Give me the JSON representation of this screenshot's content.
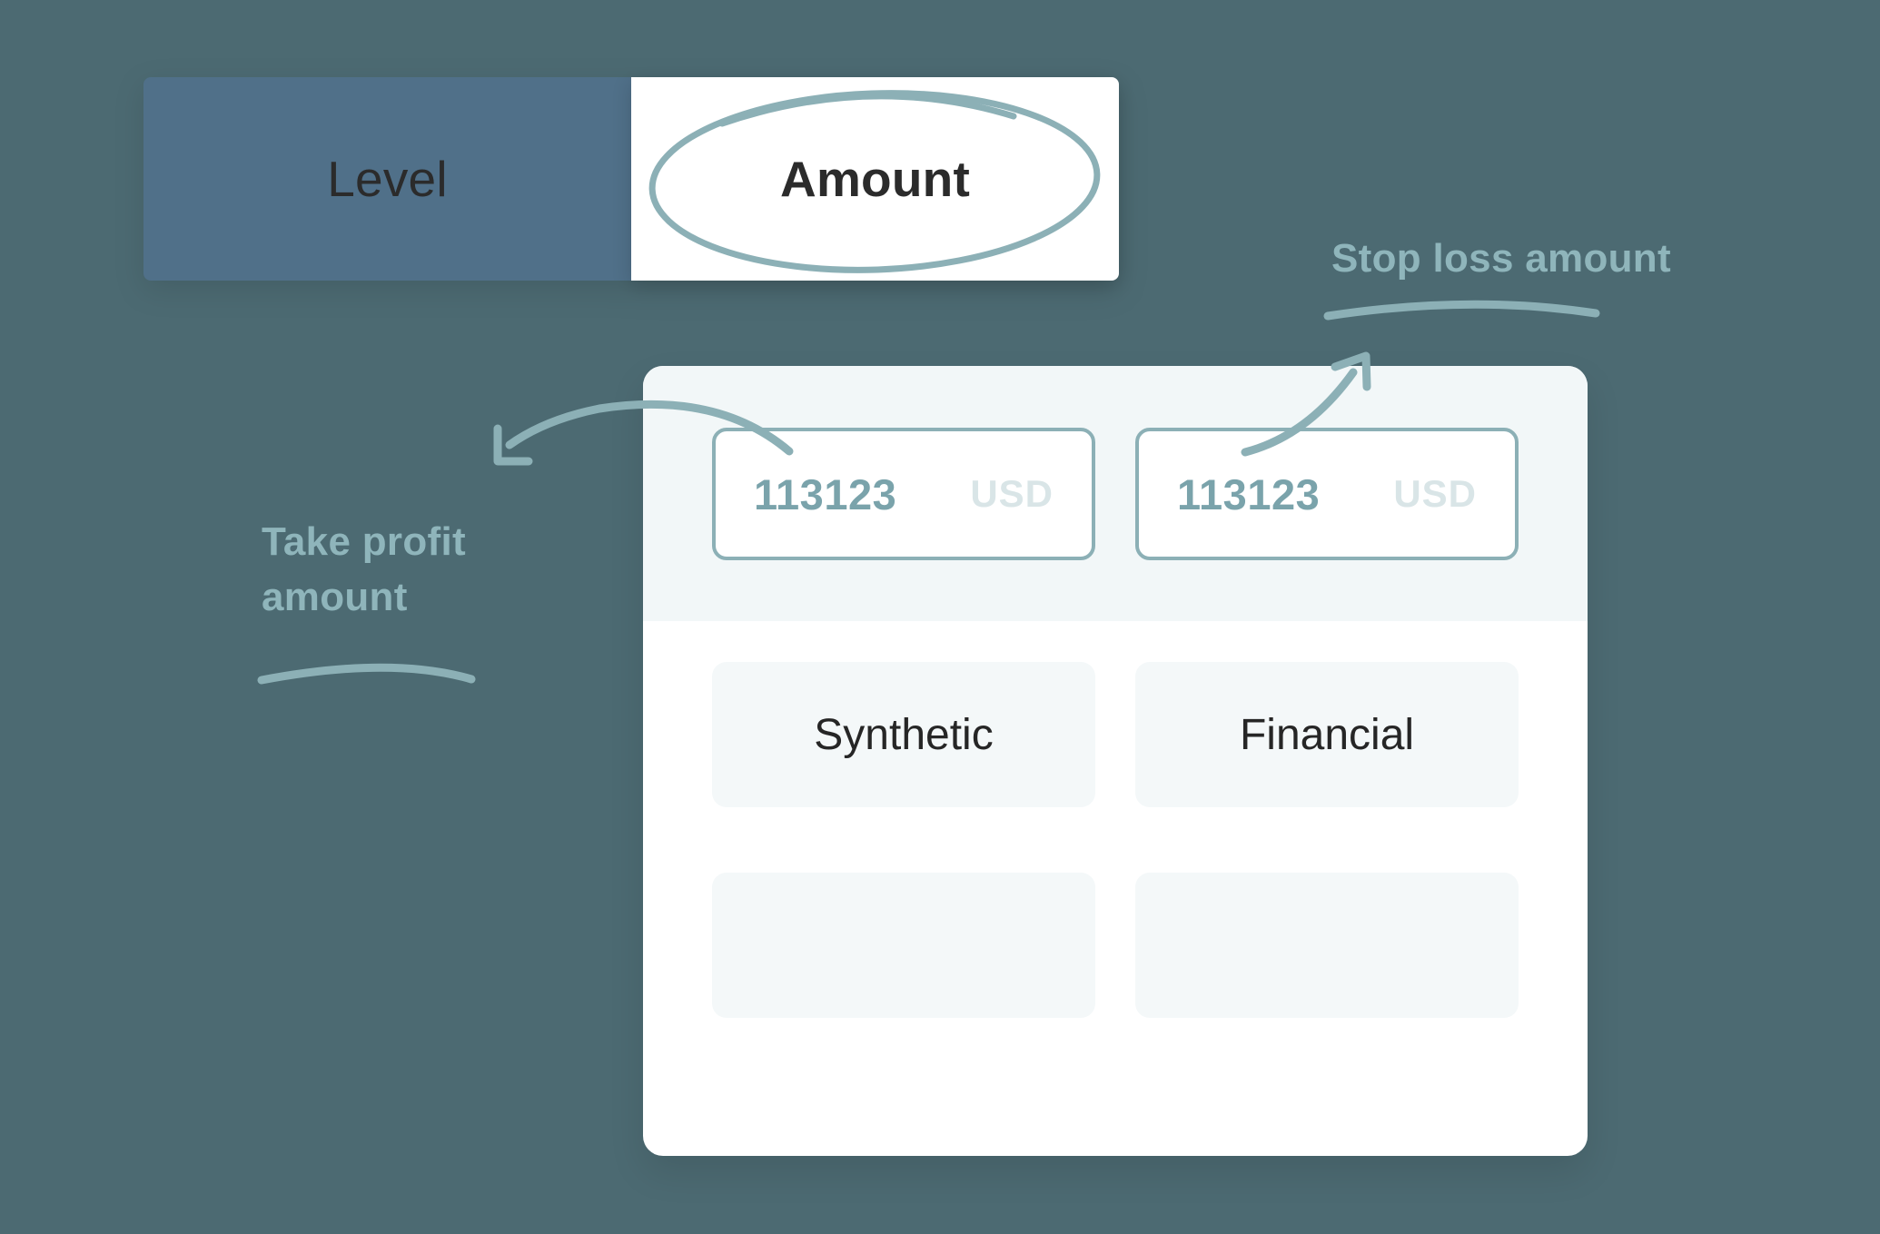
{
  "page": {
    "background_color": "#4c6a72",
    "accent_color": "#8cb0b6"
  },
  "tab_switcher": {
    "tabs": [
      {
        "label": "Level",
        "active": false,
        "background_color": "#507089"
      },
      {
        "label": "Amount",
        "active": true,
        "background_color": "#ffffff"
      }
    ]
  },
  "card": {
    "amount_fields": [
      {
        "value": "113123",
        "currency": "USD"
      },
      {
        "value": "113123",
        "currency": "USD"
      }
    ],
    "category_buttons": [
      {
        "label": "Synthetic"
      },
      {
        "label": "Financial"
      }
    ],
    "placeholder_boxes": [
      {
        "label": ""
      },
      {
        "label": ""
      }
    ]
  },
  "annotations": [
    {
      "id": "take-profit",
      "text": "Take profit amount",
      "line1": "Take profit",
      "line2": "amount",
      "color": "#8fb5bb",
      "points_to": "amount-field-1"
    },
    {
      "id": "stop-loss",
      "text": "Stop loss amount",
      "line1": "Stop loss amount",
      "line2": "",
      "color": "#8fb5bb",
      "points_to": "amount-field-2"
    },
    {
      "id": "amount-tab-circle",
      "text": "",
      "color": "#8cb0b6",
      "points_to": "tab-amount"
    }
  ]
}
